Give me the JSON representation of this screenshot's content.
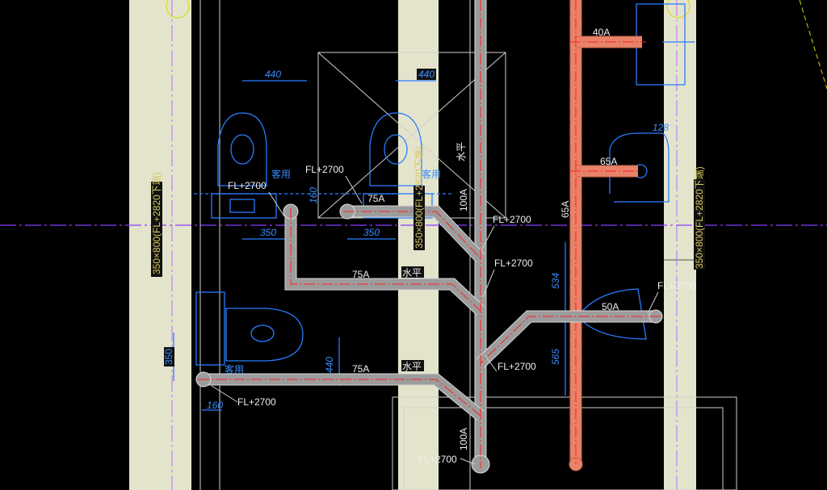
{
  "drawing": {
    "beam_labels": [
      "350×800(FL+2820下端)",
      "350×800(FL+2820下端)",
      "350×800(FL+2820下端)"
    ],
    "dimensions": {
      "top_left_width": "440",
      "top_mid_width": "440",
      "left_offset_350": "350",
      "mid_offset_350": "350",
      "vertical_160": "160",
      "lower_vertical_440": "440",
      "lower_left_350": "350",
      "lower_160": "160",
      "basin_128": "128",
      "right_534": "534",
      "right_565": "565"
    },
    "pipe_sizes": {
      "upper_75a": "75A",
      "middle_75a": "75A",
      "lower_75a": "75A",
      "main_100a_top": "100A",
      "main_100a_bottom": "100A",
      "orange_40a": "40A",
      "orange_65a_branch": "65A",
      "orange_65a_riser": "65A",
      "branch_50a": "50A"
    },
    "horizontal_labels": [
      "水平",
      "水平",
      "水平"
    ],
    "fixture_labels": [
      "客用",
      "客用",
      "客用"
    ],
    "elevations": [
      "FL+2700",
      "FL+2700",
      "FL+2700",
      "FL+2700",
      "FL+2700",
      "FL+2700",
      "FL+2700",
      "FL+2700"
    ]
  }
}
